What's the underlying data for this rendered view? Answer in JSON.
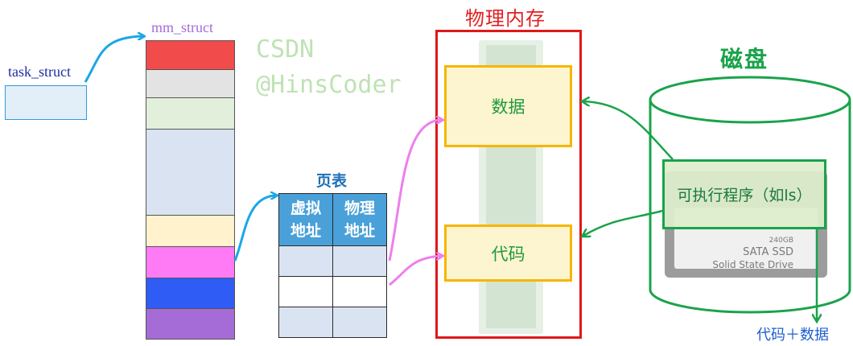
{
  "labels": {
    "mm_struct": "mm_struct",
    "task_struct": "task_struct",
    "page_table": "页表",
    "physical_memory": "物理内存",
    "disk": "磁盘",
    "output": "代码＋数据"
  },
  "watermark": {
    "line1": "CSDN",
    "line2": "@HinsCoder"
  },
  "page_table_headers": {
    "virtual": [
      "虚拟",
      "地址"
    ],
    "physical": [
      "物理",
      "地址"
    ]
  },
  "memory_blocks": {
    "data": "数据",
    "code": "代码"
  },
  "executable": "可执行程序（如ls）",
  "ssd_text": {
    "capacity": "240GB",
    "model": "SATA SSD",
    "kind": "Solid State Drive"
  },
  "colors": {
    "mm_segments": [
      "#f24b4b",
      "#e3e3e3",
      "#e2efda",
      "#dae3f2",
      "#fff2cc",
      "#ff7bf5",
      "#2f5cf4",
      "#a56bd6"
    ],
    "blue_arrow": "#1aa7e6",
    "pink_arrow": "#ee7fee",
    "green": "#1aa34a",
    "memory_border": "#e01818",
    "block_border": "#f6b500"
  }
}
